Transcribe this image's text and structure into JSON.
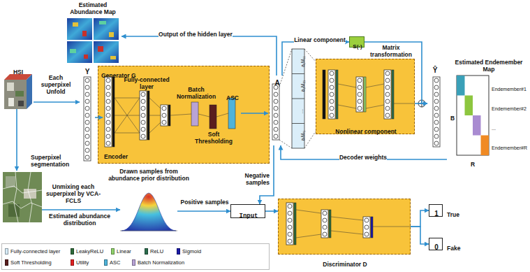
{
  "diagram": {
    "nodes": [
      {
        "text": [
          "HSI"
        ]
      },
      {
        "text": [
          "Y"
        ]
      },
      {
        "text": [
          "Generator G"
        ]
      },
      {
        "text": [
          "Fully-connected layer",
          "Encoder"
        ],
        "in": 2
      },
      {
        "text": [
          "Batch Normalization"
        ],
        "in": 2
      },
      {
        "text": [
          "Soft Thresholding"
        ],
        "in": 2
      },
      {
        "text": [
          "ASC"
        ],
        "in": 2
      },
      {
        "text": [
          "A"
        ]
      },
      {
        "text": [
          "Estimated Abundance Map"
        ]
      },
      {
        "text": [
          "S(·)"
        ]
      },
      {
        "text": [
          "Nonlinear component"
        ]
      },
      {
        "text": [
          "Ŷ"
        ]
      },
      {
        "text": [
          "Estimated Endemember Map"
        ]
      },
      {
        "text": [
          "Superpixel segmentation"
        ]
      },
      {
        "text": [
          "Drawn samples from abundance prior distribution"
        ]
      },
      {
        "text": [
          "Input"
        ]
      },
      {
        "text": [
          "Discriminator D"
        ]
      },
      {
        "text": [
          "1"
        ]
      },
      {
        "text": [
          "0"
        ]
      }
    ],
    "edges": [
      {
        "from": 0,
        "to": 1,
        "label": "Each superpixel Unfold",
        "arrow": "to"
      },
      {
        "from": 1,
        "to": 3,
        "arrow": "to"
      },
      {
        "from": 6,
        "to": 7,
        "arrow": "to"
      },
      {
        "from": 7,
        "to": 8,
        "label": "Output of the hidden layer",
        "arrow": "to"
      },
      {
        "from": 7,
        "to": 9,
        "label": "Linear component",
        "arrow": "to"
      },
      {
        "from": 9,
        "to": 11,
        "arrow": "to"
      },
      {
        "from": 10,
        "to": 11,
        "arrow": "to"
      },
      {
        "from": 12,
        "to": 7,
        "label": "Decoder weights",
        "arrow": "to"
      },
      {
        "from": 0,
        "to": 13,
        "arrow": "to"
      },
      {
        "from": 13,
        "to": 14,
        "label": "Unmixing each superpixel by VCA-FCLS",
        "arrow": "to"
      },
      {
        "from": 14,
        "to": 15,
        "label": "Positive samples",
        "arrow": "to"
      },
      {
        "from": 7,
        "to": 15,
        "label": "Negative samples",
        "arrow": "to"
      },
      {
        "from": 15,
        "to": 16,
        "arrow": "to"
      },
      {
        "from": 16,
        "to": 17,
        "arrow": "to"
      },
      {
        "from": 16,
        "to": 18,
        "arrow": "to"
      }
    ],
    "labels": [
      "Estimated abundance distribution",
      "Matrix transformation",
      "a₁M₁₁",
      "a₂M₂₁",
      "···",
      "aᵣMᵣ₁",
      "B",
      "R",
      "Endemember#1",
      "Endemember#2",
      "...",
      "Endemember#R",
      "True",
      "Fake"
    ],
    "legend": [
      {
        "text": "Fully-connected layer",
        "color": "#d6ebf7"
      },
      {
        "text": "LeakyReLU",
        "color": "#2e6b3a"
      },
      {
        "text": "Linear",
        "color": "#8fd16a"
      },
      {
        "text": "ReLU",
        "color": "#2c6e4e"
      },
      {
        "text": "Sigmoid",
        "color": "#1a1aa8"
      },
      {
        "text": "Soft Thresholding",
        "color": "#5a1e1e"
      },
      {
        "text": "Utility",
        "color": "#e02020"
      },
      {
        "text": "ASC",
        "color": "#4fb3d9"
      },
      {
        "text": "Batch Normalization",
        "color": "#b9a3d6"
      }
    ]
  }
}
